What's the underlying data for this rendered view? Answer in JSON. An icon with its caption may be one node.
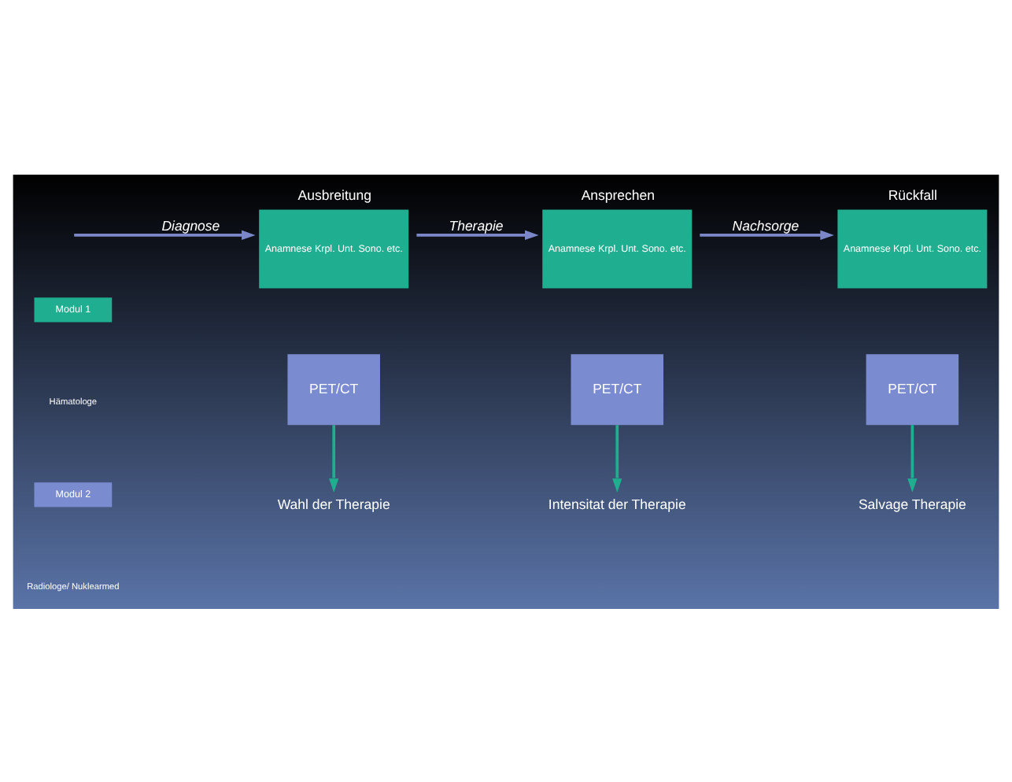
{
  "diagram": {
    "nodes": [
      {
        "text": [
          "Ausbreitung",
          "Anamnese Krpl. Unt. Sono. etc."
        ]
      },
      {
        "text": [
          "PET/CT"
        ]
      },
      {
        "text": [
          "Wahl der Therapie"
        ]
      },
      {
        "text": [
          "Ansprechen",
          "Anamnese Krpl. Unt. Sono. etc."
        ]
      },
      {
        "text": [
          "PET/CT"
        ]
      },
      {
        "text": [
          "Intensitat der Therapie"
        ]
      },
      {
        "text": [
          "Rückfall",
          "Anamnese Krpl. Unt. Sono. etc."
        ]
      },
      {
        "text": [
          "PET/CT"
        ]
      },
      {
        "text": [
          "Salvage Therapie"
        ]
      }
    ],
    "edges": [
      {
        "from": null,
        "to": 0,
        "arrow": "to",
        "label": "Diagnose"
      },
      {
        "from": 0,
        "to": 3,
        "arrow": "to",
        "label": "Therapie"
      },
      {
        "from": 3,
        "to": 6,
        "arrow": "to",
        "label": "Nachsorge"
      },
      {
        "from": 1,
        "to": 2,
        "arrow": "to",
        "color": "#1fae8f"
      },
      {
        "from": 4,
        "to": 5,
        "arrow": "to",
        "color": "#1fae8f"
      },
      {
        "from": 7,
        "to": 8,
        "arrow": "to",
        "color": "#1fae8f"
      }
    ],
    "labels": [
      "Hämatologe",
      "Radiologe/ Nuklearmed"
    ],
    "legend": [
      {
        "text": "Modul 1",
        "color": "#1fae8f"
      },
      {
        "text": "Modul 2",
        "color": "#7b8bd0"
      }
    ]
  }
}
